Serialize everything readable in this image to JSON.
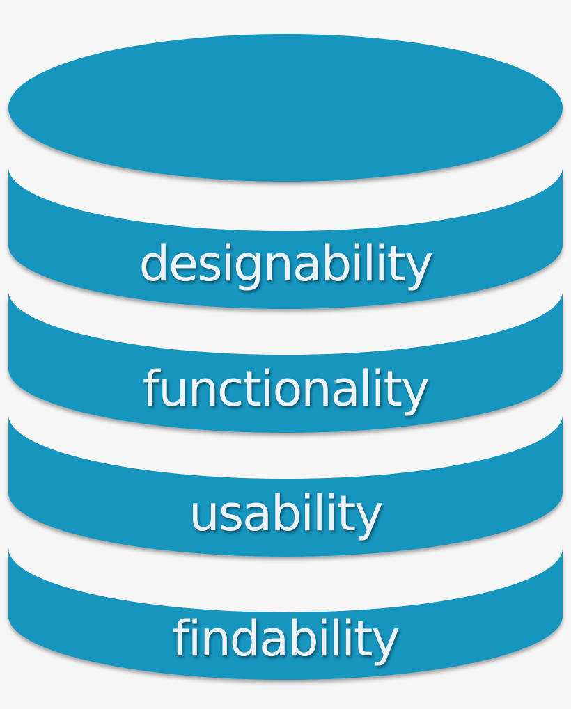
{
  "diagram": {
    "layers": [
      {
        "label": "designability"
      },
      {
        "label": "functionality"
      },
      {
        "label": "usability"
      },
      {
        "label": "findability"
      }
    ],
    "colors": {
      "band": "#1695bf",
      "band_edge": "#0f7fa6",
      "separator": "#f6f6f6",
      "background": "#f6f6f6",
      "label": "#ecf2f5"
    }
  }
}
